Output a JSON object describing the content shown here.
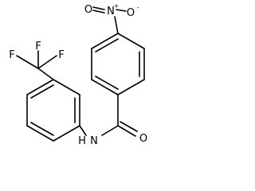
{
  "molecule": {
    "atoms": {
      "nitro_n": "N",
      "nitro_o_top": "O",
      "nitro_o_left": "O",
      "amide_o": "O",
      "amide_n": "N",
      "amide_h": "H",
      "cf3_f_top": "F",
      "cf3_f_left": "F",
      "cf3_f_right": "F"
    },
    "charges": {
      "nitro_n": "+",
      "nitro_o_top": "-"
    }
  }
}
